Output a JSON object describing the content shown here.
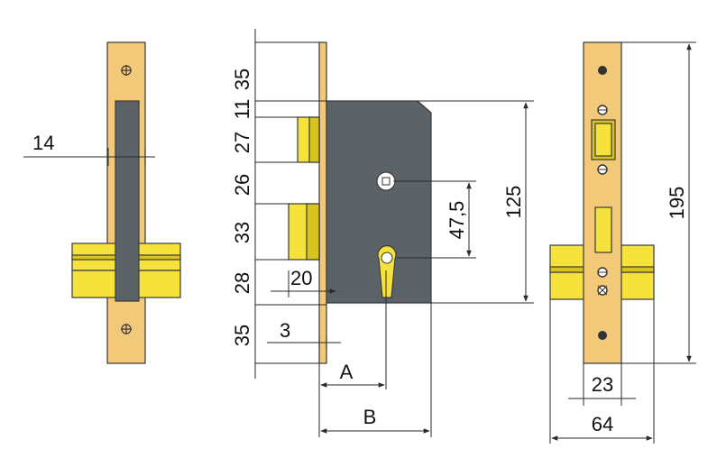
{
  "diagram": {
    "colors": {
      "brass": "#f2c879",
      "brass_dark": "#c9a25a",
      "yellow": "#f5e23a",
      "yellow_dark": "#d9c320",
      "case": "#5b6268",
      "outline": "#3a3a3a"
    },
    "dims": {
      "d14": "14",
      "d35_top": "35",
      "d27": "27",
      "d11": "11",
      "d26": "26",
      "d33": "33",
      "d28": "28",
      "d35_bottom": "35",
      "d20": "20",
      "d3": "3",
      "dA": "A",
      "dB": "B",
      "d47_5": "47,5",
      "d125": "125",
      "d195": "195",
      "d23": "23",
      "d64": "64"
    }
  }
}
